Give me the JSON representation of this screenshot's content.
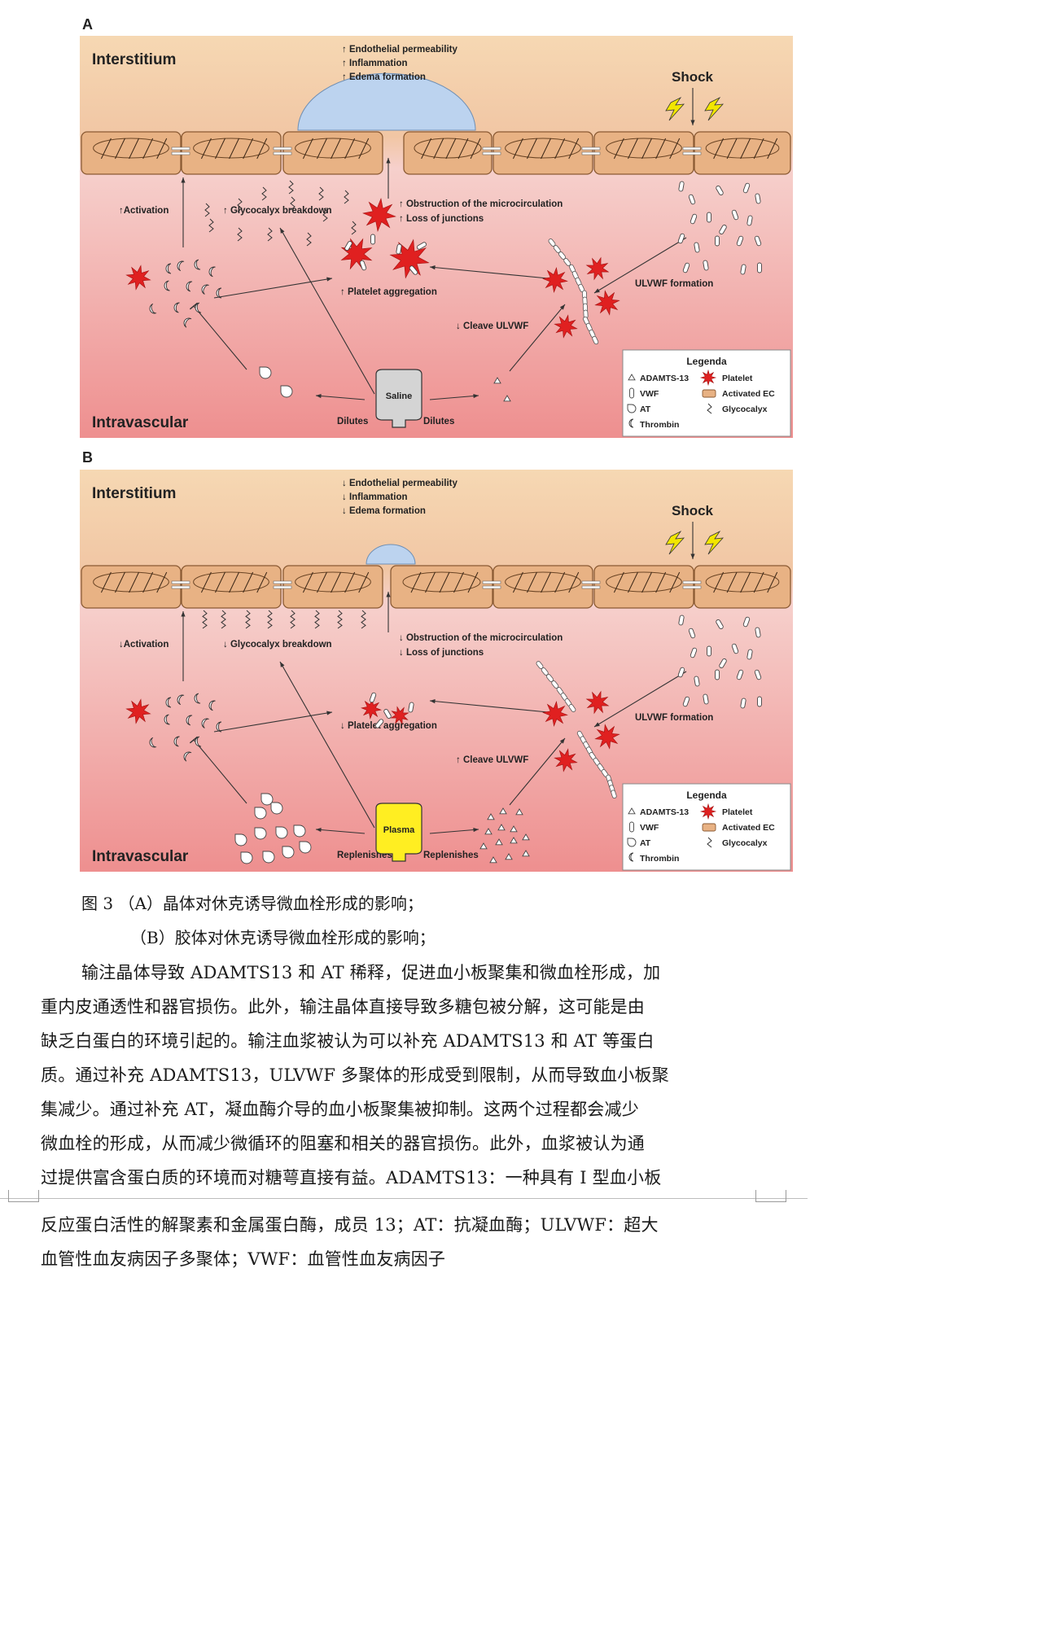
{
  "panels": [
    {
      "letter": "A",
      "interstitium_label": "Interstitium",
      "intravascular_label": "Intravascular",
      "effects": [
        "↑ Endothelial permeability",
        "↑ Inflammation",
        "↑ Edema formation"
      ],
      "shock_label": "Shock",
      "activation_label": "↑Activation",
      "glycocalyx_label": "↑ Glycocalyx breakdown",
      "obstruction_label": "↑ Obstruction  of the microcirculation",
      "junctions_label": "↑ Loss of junctions",
      "aggregation_label": "↑ Platelet aggregation",
      "cleave_label": "↓ Cleave ULVWF",
      "ulvwf_label": "ULVWF formation",
      "fluid_label": "Saline",
      "left_arrow_label": "Dilutes",
      "right_arrow_label": "Dilutes",
      "fluid_color": "#d4d4d4"
    },
    {
      "letter": "B",
      "interstitium_label": "Interstitium",
      "intravascular_label": "Intravascular",
      "effects": [
        "↓ Endothelial permeability",
        "↓ Inflammation",
        "↓ Edema formation"
      ],
      "shock_label": "Shock",
      "activation_label": "↓Activation",
      "glycocalyx_label": "↓ Glycocalyx breakdown",
      "obstruction_label": "↓ Obstruction  of the microcirculation",
      "junctions_label": "↓ Loss of junctions",
      "aggregation_label": "↓ Platelet aggregation",
      "cleave_label": "↑ Cleave ULVWF",
      "ulvwf_label": "ULVWF formation",
      "fluid_label": "Plasma",
      "left_arrow_label": "Replenishes",
      "right_arrow_label": "Replenishes",
      "fluid_color": "#ffee22"
    }
  ],
  "legend": {
    "title": "Legenda",
    "items": [
      "ADAMTS-13",
      "VWF",
      "AT",
      "Thrombin",
      "Platelet",
      "Activated EC",
      "Glycocalyx"
    ]
  },
  "colors": {
    "interstitium": "#f3cfaa",
    "intravascular": "#f0a3a0",
    "endothelial_cell": "#e8b284",
    "platelet": "#e02020",
    "edema": "#bcd3ef"
  },
  "caption": {
    "line1": "图 3 （A）晶体对休克诱导微血栓形成的影响；",
    "line2": "（B）胶体对休克诱导微血栓形成的影响；"
  },
  "body_lines": [
    "输注晶体导致 ADAMTS13 和 AT 稀释，促进血小板聚集和微血栓形成，加",
    "重内皮通透性和器官损伤。此外，输注晶体直接导致多糖包被分解，这可能是由",
    "缺乏白蛋白的环境引起的。输注血浆被认为可以补充 ADAMTS13 和 AT 等蛋白",
    "质。通过补充 ADAMTS13，ULVWF 多聚体的形成受到限制，从而导致血小板聚",
    "集减少。通过补充 AT，凝血酶介导的血小板聚集被抑制。这两个过程都会减少",
    "微血栓的形成，从而减少微循环的阻塞和相关的器官损伤。此外，血浆被认为通",
    "过提供富含蛋白质的环境而对糖萼直接有益。ADAMTS13：一种具有 I 型血小板",
    "反应蛋白活性的解聚素和金属蛋白酶，成员 13；AT：抗凝血酶；ULVWF：超大",
    "血管性血友病因子多聚体；VWF：血管性血友病因子"
  ]
}
